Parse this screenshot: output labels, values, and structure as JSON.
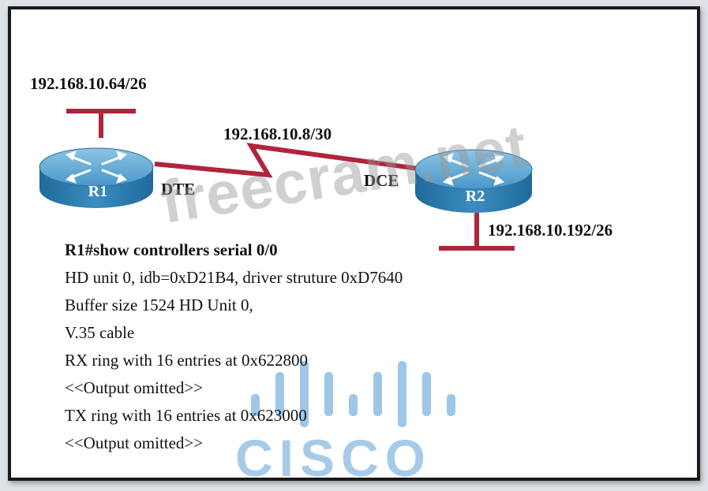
{
  "networks": {
    "r1_lan": "192.168.10.64/26",
    "wan": "192.168.10.8/30",
    "r2_lan": "192.168.10.192/26"
  },
  "routers": {
    "r1": {
      "name": "R1",
      "end_type": "DTE"
    },
    "r2": {
      "name": "R2",
      "end_type": "DCE"
    }
  },
  "output_lines": [
    "R1#show controllers serial 0/0",
    "HD unit 0, idb=0xD21B4, driver struture 0xD7640",
    "Buffer size 1524 HD Unit 0,",
    "V.35 cable",
    "RX ring with 16 entries at 0x622800",
    "<<Output omitted>>",
    "TX ring with 16 entries at 0x623000",
    "<<Output omitted>>"
  ],
  "watermark": "freecram.net",
  "cisco_logo_text": "CISCO",
  "colors": {
    "router_body": "#2d7fb0",
    "router_top": "#6fb3dc",
    "link": "#b0243c",
    "cisco_logo": "#5ca0d7"
  }
}
